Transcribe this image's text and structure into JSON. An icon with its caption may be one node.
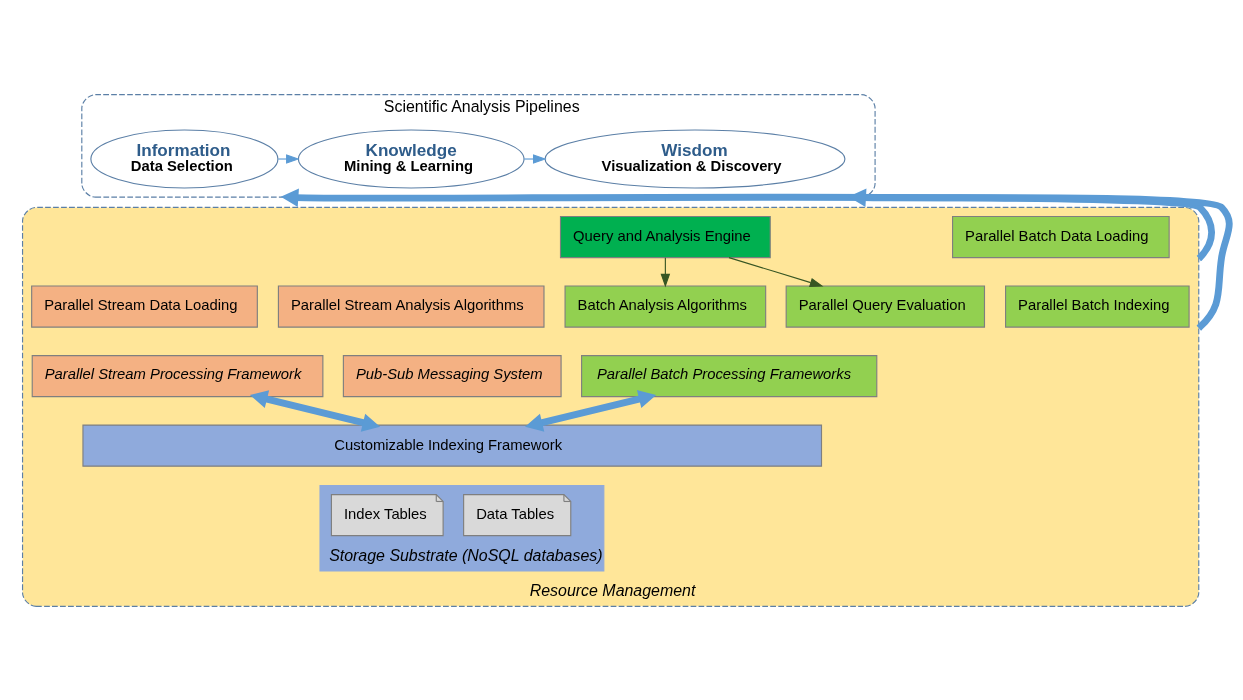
{
  "diagram": {
    "nodes": [
      {
        "text": [
          "Scientific Analysis Pipelines"
        ]
      },
      {
        "text": [
          "Information",
          "Data Selection"
        ],
        "in": 0
      },
      {
        "text": [
          "Knowledge",
          "Mining & Learning"
        ],
        "in": 0
      },
      {
        "text": [
          "Wisdom",
          "Visualization & Discovery"
        ],
        "in": 0
      },
      {
        "text": [
          "Resource Management"
        ]
      },
      {
        "text": [
          "Parallel Stream Data Loading"
        ],
        "in": 4
      },
      {
        "text": [
          "Parallel Stream Analysis Algorithms"
        ],
        "in": 4
      },
      {
        "text": [
          "Query and Analysis Engine"
        ],
        "in": 4
      },
      {
        "text": [
          "Parallel Batch Data Loading"
        ],
        "in": 4
      },
      {
        "text": [
          "Batch Analysis Algorithms"
        ],
        "in": 4
      },
      {
        "text": [
          "Parallel Query Evaluation"
        ],
        "in": 4
      },
      {
        "text": [
          "Parallel Batch Indexing"
        ],
        "in": 4
      },
      {
        "text": [
          "Parallel Stream Processing Framework"
        ],
        "in": 4
      },
      {
        "text": [
          "Pub-Sub Messaging System"
        ],
        "in": 4
      },
      {
        "text": [
          "Parallel Batch Processing Frameworks"
        ],
        "in": 4
      },
      {
        "text": [
          "Customizable Indexing Framework"
        ],
        "in": 4
      },
      {
        "text": [
          "Storage Substrate (NoSQL databases)"
        ],
        "in": 4
      },
      {
        "text": [
          "Data Tables"
        ],
        "in": 16
      },
      {
        "text": [
          "Index Tables"
        ],
        "in": 16
      }
    ],
    "edges": [
      {
        "from": 1,
        "to": 2,
        "arrow": "to"
      },
      {
        "from": 2,
        "to": 3,
        "arrow": "to"
      },
      {
        "from": 4,
        "to": 0,
        "arrow": "to",
        "style": "thick"
      },
      {
        "from": 4,
        "to": 0,
        "arrow": "to",
        "style": "thick"
      },
      {
        "from": 7,
        "to": 9,
        "arrow": "to",
        "color": "#375623"
      },
      {
        "from": 7,
        "to": 10,
        "arrow": "to",
        "color": "#375623"
      },
      {
        "from": 12,
        "to": 15,
        "arrow": "both",
        "style": "thick"
      },
      {
        "from": 14,
        "to": 15,
        "arrow": "both",
        "style": "thick"
      }
    ]
  }
}
